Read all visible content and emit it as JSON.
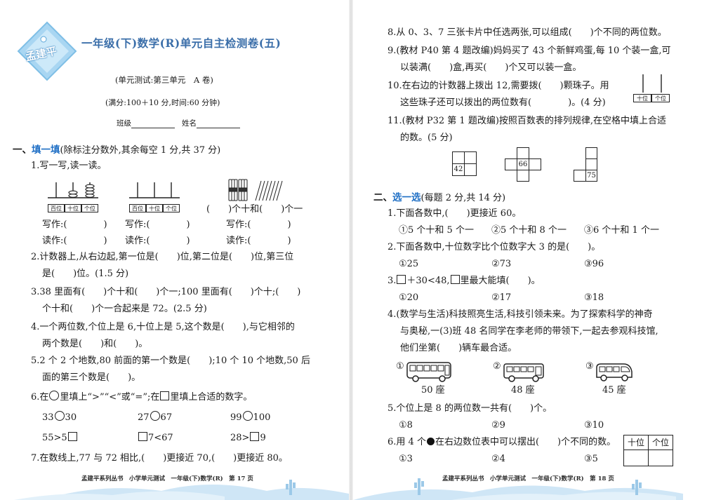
{
  "logo": {
    "text": "孟建平"
  },
  "header": {
    "title": "一年级(下)数学(R)单元自主检测卷(五)",
    "subtitle": "(单元测试:第三单元　A 卷)",
    "info": "(满分:100＋10 分,时间:60 分钟)",
    "class_label": "班级",
    "name_label": "姓名"
  },
  "section1": {
    "num": "一、",
    "title": "填一填",
    "note": "(除标注分数外,其余每空 1 分,共 37 分)",
    "q1": {
      "text": "1.写一写,读一读。",
      "abacus_labels": [
        "百位",
        "十位",
        "个位"
      ],
      "bundles_text_a": "(　　)个十和(　　)个一",
      "write_label": "写作:(　　　　)",
      "read_label": "读作:(　　　　)"
    },
    "q2_l1": "2.计数器上,从右边起,第一位是(　　)位,第二位是(　　)位,第三位",
    "q2_l2": "是(　　)位。(1.5 分)",
    "q3_l1": "3.38 里面有(　　)个十和(　　)个一;100 里面有(　　)个十;(　　)",
    "q3_l2": "个十和(　　)个一合起来是 72。(2.5 分)",
    "q4_l1": "4.一个两位数,个位上是 6,十位上是 5,这个数是(　　),与它相邻的",
    "q4_l2": "两个数是(　　)和(　　)。",
    "q5_l1": "5.2 个 2 个地数,80 前面的第一个数是(　　);10 个 10 个地数,50 后",
    "q5_l2": "面的第三个数是(　　)。",
    "q6_a": "6.在",
    "q6_b": "里填上“>”“<”或“=”;在",
    "q6_c": "里填上合适的数字。",
    "q6_items": [
      {
        "pre": "33",
        "post": "30"
      },
      {
        "pre": "27",
        "post": "67"
      },
      {
        "pre": "99",
        "post": "100"
      }
    ],
    "q6_items2": [
      {
        "pre": "55>5",
        "post": ""
      },
      {
        "pre": "",
        "post": "7<67"
      },
      {
        "pre": "28>",
        "post": "9"
      }
    ],
    "q7": "7.在数线上,77 与 72 相比,(　　)更接近 70,(　　)更接近 80。",
    "q8": "8.从 0、3、7 三张卡片中任选两张,可以组成(　　)个不同的两位数。",
    "q9_l1": "9.(教材 P40 第 4 题改编)妈妈买了 43 个新鲜鸡蛋,每 10 个装一盒,可",
    "q9_l2": "以装满(　　)盒,再买(　　)个又可以装一盒。",
    "q10_l1": "10.在右边的计数器上拨出 12,需要拨(　　)颗珠子。用",
    "q10_l2": "这些珠子还可以拨出的两位数有(　　　　)。(4 分)",
    "q10_labels": [
      "十位",
      "个位"
    ],
    "q11_l1": "11.(教材 P32 第 1 题改编)按照百数表的排列规律,在空格中填上合适",
    "q11_l2": "的数。(5 分)",
    "q11_values": [
      "42",
      "66",
      "75"
    ]
  },
  "section2": {
    "num": "二、",
    "title": "选一选",
    "note": "(每题 2 分,共 14 分)",
    "q1": "1.下面各数中,(　　)更接近 60。",
    "q1_opts": [
      "①5 个十和 5 个一",
      "②5 个十和 8 个一",
      "③6 个十和 1 个一"
    ],
    "q2": "2.下面各数中,十位数字比个位数字大 3 的是(　　)。",
    "q2_opts": [
      "①25",
      "②73",
      "③96"
    ],
    "q3_a": "3.",
    "q3_b": "＋30<48,",
    "q3_c": "里最大能填(　　)。",
    "q3_opts": [
      "①20",
      "②17",
      "③18"
    ],
    "q4_l1": "4.(数学与生活)科技照亮生活,科技引领未来。为了探索科学的神奇",
    "q4_l2": "与奥秘,一(3)班 48 名同学在李老师的带领下,一起去参观科技馆,",
    "q4_l3": "他们坐第(　　)辆车最合适。",
    "q4_opts": [
      {
        "num": "①",
        "seats": "50 座"
      },
      {
        "num": "②",
        "seats": "48 座"
      },
      {
        "num": "③",
        "seats": "45 座"
      }
    ],
    "q5": "5.个位上是 8 的两位数一共有(　　)个。",
    "q5_opts": [
      "①8",
      "②9",
      "③10"
    ],
    "q6_a": "6.用 4 个",
    "q6_b": "在右边数位表中可以摆出(　　)个不同的数。",
    "q6_labels": [
      "十位",
      "个位"
    ],
    "q6_opts": [
      "①3",
      "②4",
      "③5"
    ]
  },
  "footer": {
    "left": "孟建平系列丛书　小学单元测试　一年级(下)数学(R)　第 17 页",
    "right": "孟建平系列丛书　小学单元测试　一年级(下)数学(R)　第 18 页"
  }
}
